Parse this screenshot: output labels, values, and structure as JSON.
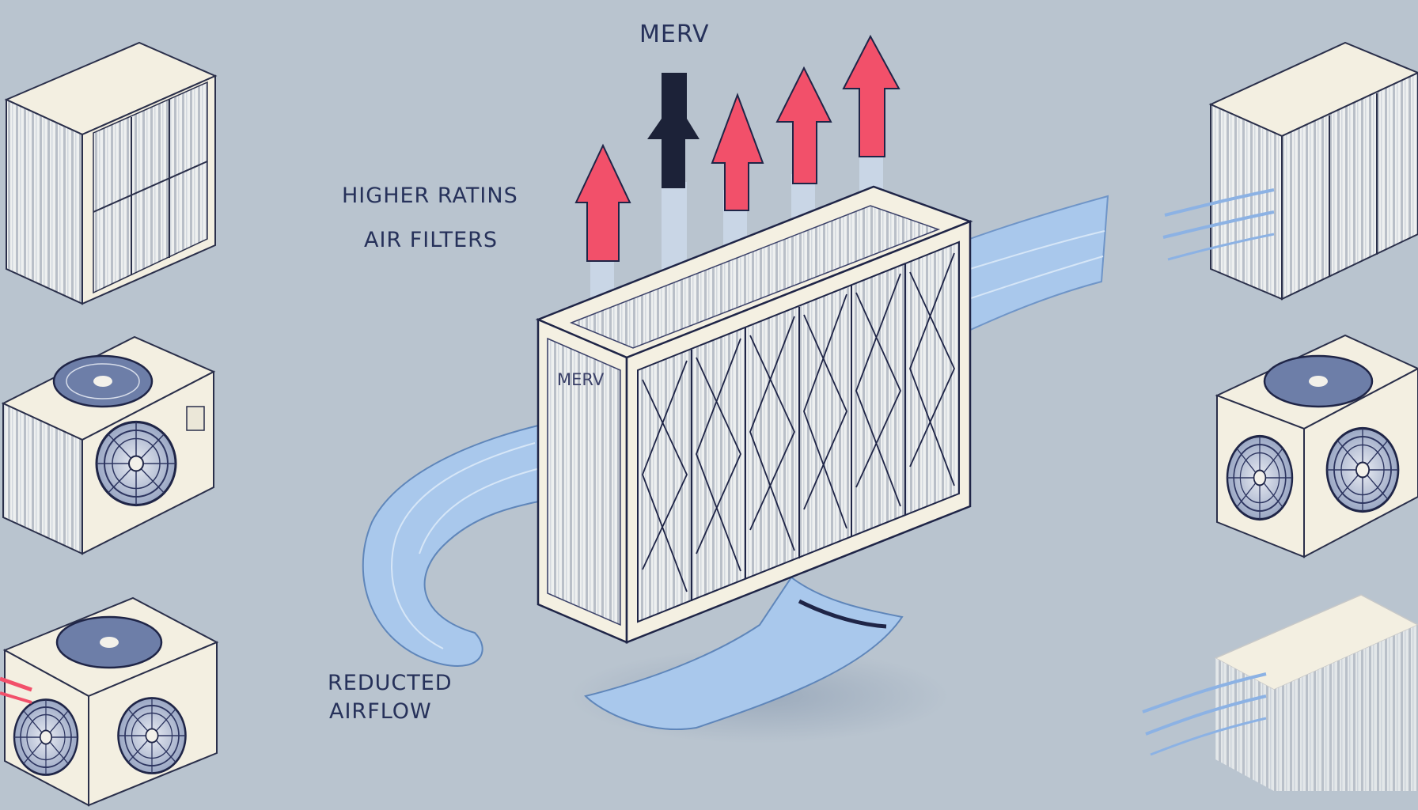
{
  "labels": {
    "top_merv": "MERV",
    "higher_ratings": "HIGHER RATINS",
    "air_filters": "AIR FILTERS",
    "reduced": "REDUCTED",
    "airflow": "AIRFLOW",
    "side_merv": "MERV"
  },
  "colors": {
    "background": "#b9c4cf",
    "arrow_red": "#f2506a",
    "arrow_dark": "#1c2238",
    "airflow_blue": "#a9c8ec",
    "frame_cream": "#f4f0e2",
    "label_text": "#26315a"
  },
  "icons": {
    "units_left": [
      "hvac-filter-unit-icon",
      "ac-condenser-single-fan-icon",
      "ac-condenser-dual-fan-icon"
    ],
    "units_right": [
      "hvac-filter-unit-icon",
      "ac-condenser-dual-fan-icon",
      "air-filter-block-icon"
    ],
    "center": "pleated-air-filter-icon",
    "arrows": [
      "red-up-arrow-icon",
      "dark-up-arrow-icon",
      "red-up-arrow-icon",
      "red-up-arrow-icon",
      "red-up-arrow-icon"
    ]
  }
}
